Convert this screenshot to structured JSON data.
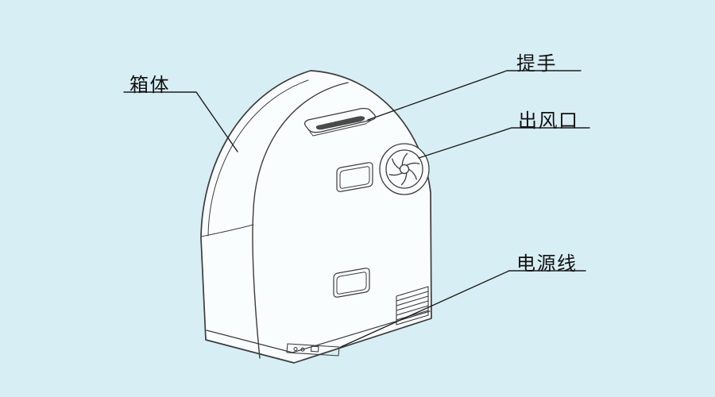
{
  "colors": {
    "background": "#d8eef5",
    "line": "#3c3c3c",
    "leader_line": "#1f1f1f",
    "label_text": "#111111",
    "device_fill": "#fafdfe"
  },
  "labels": {
    "body": "箱体",
    "handle": "提手",
    "air_outlet": "出风口",
    "power_cord": "电源线"
  }
}
